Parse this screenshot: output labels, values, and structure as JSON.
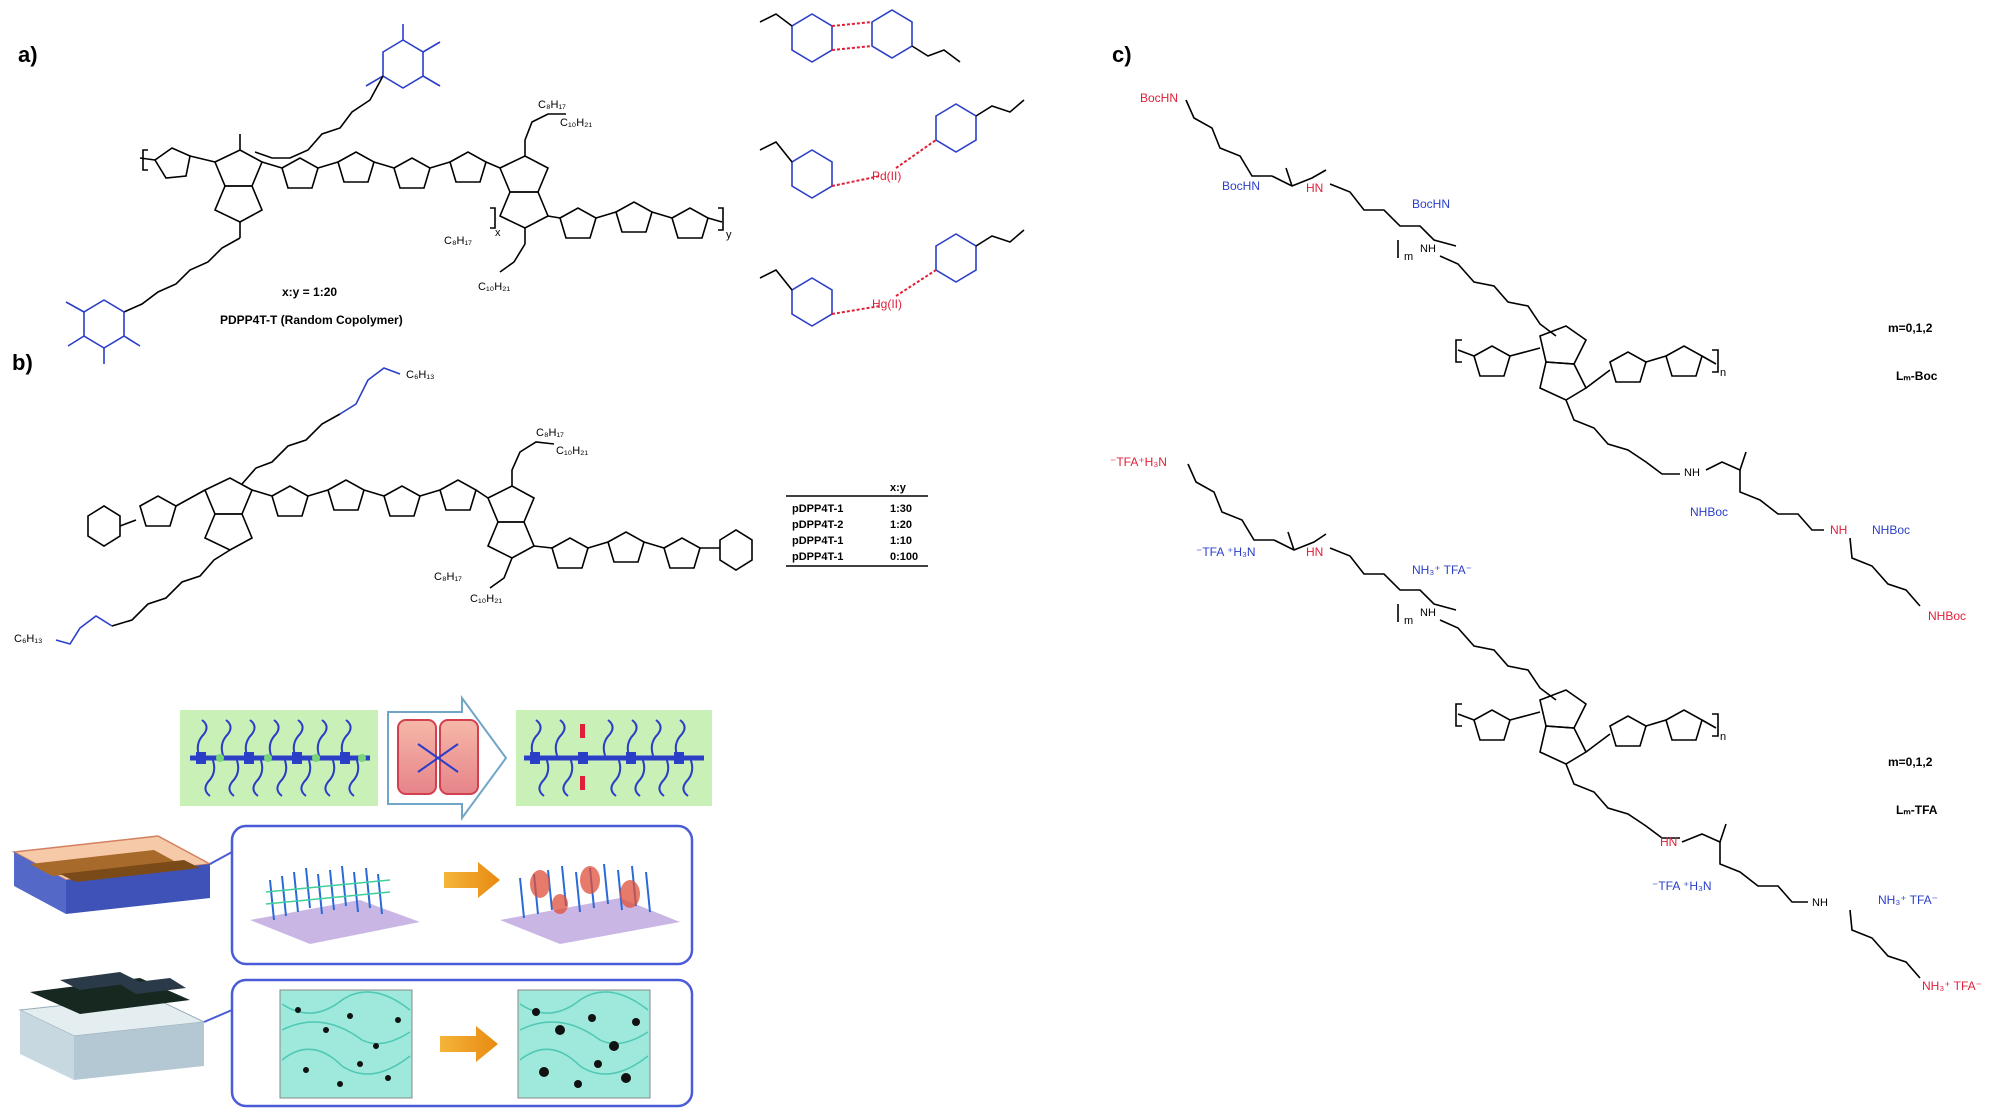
{
  "panels": {
    "a": {
      "label": "a)",
      "ratio": "x:y = 1:20",
      "polymer_name": "PDPP4T-T (Random Copolymer)",
      "subscripts": {
        "x": "x",
        "y": "y"
      },
      "chain1": "C₈H₁₇",
      "chain2": "C₁₀H₂₁",
      "metal1": "Pd(II)",
      "metal2": "Hg(II)"
    },
    "b": {
      "label": "b)",
      "hexyl": "C₆H₁₃",
      "chain1": "C₈H₁₇",
      "chain2": "C₁₀H₂₁",
      "table": {
        "header": [
          "",
          "x:y"
        ],
        "rows": [
          [
            "pDPP4T-1",
            "1:30"
          ],
          [
            "pDPP4T-2",
            "1:20"
          ],
          [
            "pDPP4T-1",
            "1:10"
          ],
          [
            "pDPP4T-1",
            "0:100"
          ]
        ]
      }
    },
    "c": {
      "label": "c)",
      "boc": {
        "boc_hn_top": "BocHN",
        "boc_hn_left": "BocHN",
        "hn": "HN",
        "boc_hn_right": "BocHN",
        "nh": "NH",
        "m": "m",
        "n": "n",
        "m_values": "m=0,1,2",
        "name": "Lₘ-Boc",
        "nhboc1": "NHBoc",
        "nhboc2": "NHBoc",
        "nhboc3": "NHBoc"
      },
      "tfa": {
        "tfa_top": "⁻TFA⁺H₃N",
        "tfa_left": "⁻TFA ⁺H₃N",
        "hn": "HN",
        "nh3_right": "NH₃⁺ TFA⁻",
        "nh": "NH",
        "m": "m",
        "n": "n",
        "m_values": "m=0,1,2",
        "name": "Lₘ-TFA",
        "tfa_lower": "⁻TFA ⁺H₃N",
        "nh3_lower": "NH₃⁺ TFA⁻",
        "nh3_end": "NH₃⁺ TFA⁻"
      }
    }
  },
  "colors": {
    "blue": "#2a3ec8",
    "red": "#e0203a",
    "panel_bg": "#c9f0b6",
    "frame": "#4a5bd8"
  }
}
